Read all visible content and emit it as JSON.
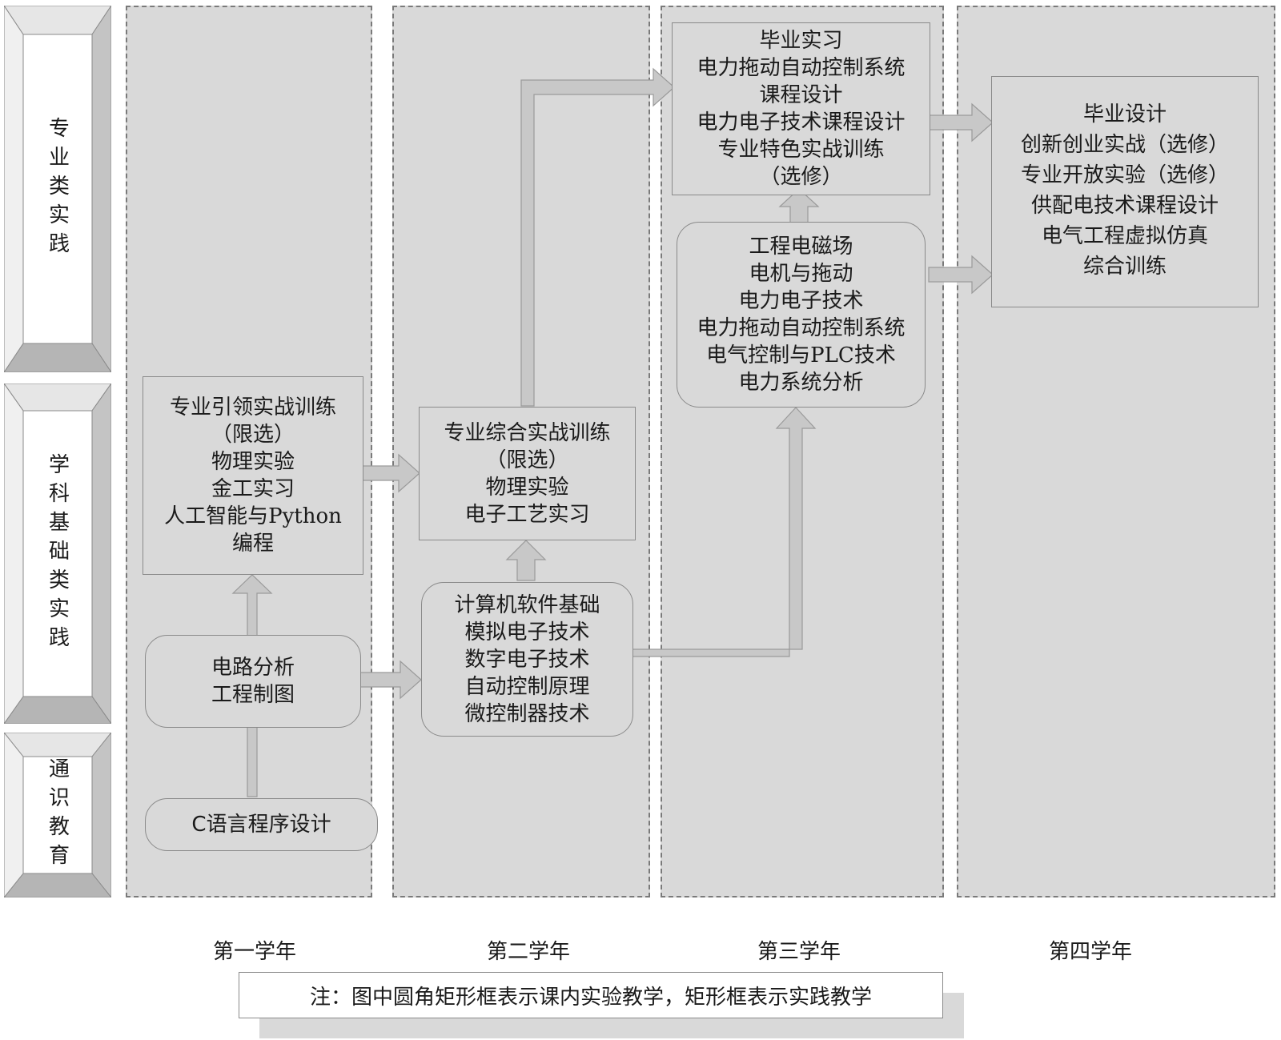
{
  "categories": [
    {
      "id": "professional",
      "label": "专业类实践"
    },
    {
      "id": "discipline",
      "label": "学科基础类实践"
    },
    {
      "id": "general",
      "label": "通识教育"
    }
  ],
  "years": [
    "第一学年",
    "第二学年",
    "第三学年",
    "第四学年"
  ],
  "boxes": {
    "y1_practice": {
      "lines": [
        "专业引领实战训练",
        "（限选）",
        "物理实验",
        "金工实习",
        "人工智能与Python",
        "编程"
      ]
    },
    "y1_course": {
      "lines": [
        "电路分析",
        "工程制图"
      ]
    },
    "y1_general": {
      "lines": [
        "C语言程序设计"
      ]
    },
    "y2_practice": {
      "lines": [
        "专业综合实战训练",
        "（限选）",
        "物理实验",
        "电子工艺实习"
      ]
    },
    "y2_course": {
      "lines": [
        "计算机软件基础",
        "模拟电子技术",
        "数字电子技术",
        "自动控制原理",
        "微控制器技术"
      ]
    },
    "y3_practice": {
      "lines": [
        "毕业实习",
        "电力拖动自动控制系统",
        "课程设计",
        "电力电子技术课程设计",
        "专业特色实战训练",
        "（选修）"
      ]
    },
    "y3_course": {
      "lines": [
        "工程电磁场",
        "电机与拖动",
        "电力电子技术",
        "电力拖动自动控制系统",
        "电气控制与PLC技术",
        "电力系统分析"
      ]
    },
    "y4_practice": {
      "lines": [
        "毕业设计",
        "创新创业实战（选修）",
        "专业开放实验（选修）",
        "供配电技术课程设计",
        "电气工程虚拟仿真",
        "综合训练"
      ]
    }
  },
  "note": "注：图中圆角矩形框表示课内实验教学，矩形框表示实践教学",
  "colors": {
    "fill": "#d9d9d9",
    "arrow": "#c8c8c8",
    "arrow_stroke": "#9a9a9a",
    "border": "#8a8a8a"
  }
}
